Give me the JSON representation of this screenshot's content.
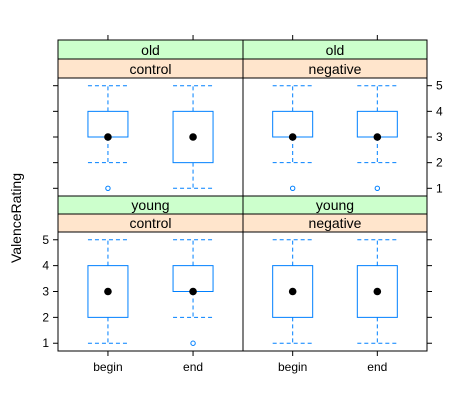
{
  "chart_data": {
    "type": "boxplot",
    "title": "",
    "xlabel": "",
    "ylabel": "ValenceRating",
    "categories": [
      "begin",
      "end"
    ],
    "ylim": [
      0.7,
      5.3
    ],
    "yticks": [
      1,
      2,
      3,
      4,
      5
    ],
    "strip_colors": {
      "outer": "#ccffcc",
      "inner": "#ffe5cc"
    },
    "box_color": "#0080ff",
    "median_color": "#000000",
    "panels": [
      {
        "strip_outer": "old",
        "strip_inner": "control",
        "boxes": [
          {
            "category": "begin",
            "min": 2,
            "q1": 3,
            "median": 3,
            "q3": 4,
            "max": 5,
            "outliers": [
              1
            ]
          },
          {
            "category": "end",
            "min": 1,
            "q1": 2,
            "median": 3,
            "q3": 4,
            "max": 5,
            "outliers": []
          }
        ]
      },
      {
        "strip_outer": "old",
        "strip_inner": "negative",
        "boxes": [
          {
            "category": "begin",
            "min": 2,
            "q1": 3,
            "median": 3,
            "q3": 4,
            "max": 5,
            "outliers": [
              1
            ]
          },
          {
            "category": "end",
            "min": 2,
            "q1": 3,
            "median": 3,
            "q3": 4,
            "max": 5,
            "outliers": [
              1
            ]
          }
        ]
      },
      {
        "strip_outer": "young",
        "strip_inner": "control",
        "boxes": [
          {
            "category": "begin",
            "min": 1,
            "q1": 2,
            "median": 3,
            "q3": 4,
            "max": 5,
            "outliers": []
          },
          {
            "category": "end",
            "min": 2,
            "q1": 3,
            "median": 3,
            "q3": 4,
            "max": 5,
            "outliers": [
              1
            ]
          }
        ]
      },
      {
        "strip_outer": "young",
        "strip_inner": "negative",
        "boxes": [
          {
            "category": "begin",
            "min": 1,
            "q1": 2,
            "median": 3,
            "q3": 4,
            "max": 5,
            "outliers": []
          },
          {
            "category": "end",
            "min": 1,
            "q1": 2,
            "median": 3,
            "q3": 4,
            "max": 5,
            "outliers": []
          }
        ]
      }
    ]
  }
}
